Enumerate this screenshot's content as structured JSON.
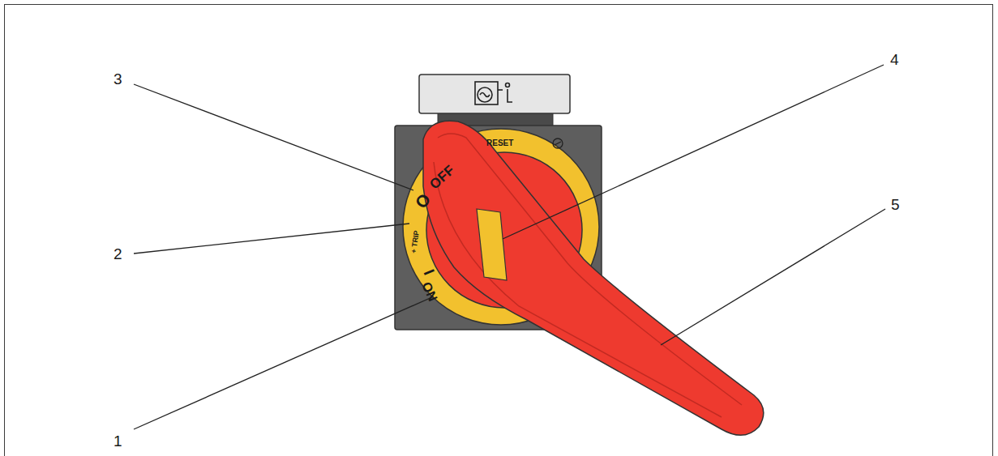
{
  "diagram": {
    "labels": [
      "3",
      "4",
      "2",
      "5",
      "1",
      "O",
      "OFF",
      "RESET",
      "+ TRIP",
      "I",
      "ON"
    ]
  }
}
